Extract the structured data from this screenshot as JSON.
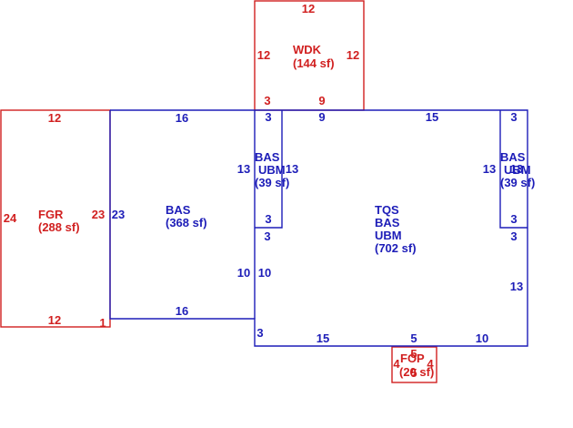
{
  "areas": {
    "wdk": {
      "code": "WDK",
      "area": "(144 sf)"
    },
    "fgr": {
      "code": "FGR",
      "area": "(288 sf)"
    },
    "bas_left": {
      "code": "BAS",
      "area": "(368 sf)"
    },
    "bay_left": {
      "code1": "BAS",
      "code2": "UBM",
      "area": "(39 sf)"
    },
    "main": {
      "code1": "TQS",
      "code2": "BAS",
      "code3": "UBM",
      "area": "(702 sf)"
    },
    "bay_right": {
      "code1": "BAS",
      "code2": "UBM",
      "area": "(39 sf)"
    },
    "fop": {
      "code": "FOP",
      "area": "(20 sf)"
    }
  },
  "dims": {
    "wdk": {
      "top": "12",
      "left": "12",
      "right": "12",
      "bottom_left": "3",
      "bottom_right": "9"
    },
    "fgr": {
      "top": "12",
      "left": "24",
      "right": "23",
      "bottom": "12",
      "corner": "1"
    },
    "bas_left": {
      "top": "16",
      "left": "23",
      "right": "10",
      "bottom": "16"
    },
    "bay_left": {
      "top": "3",
      "left": "13",
      "right": "13",
      "bottom": "3"
    },
    "main": {
      "top_left": "3",
      "top_mid": "9",
      "top_right": "15",
      "left": "10",
      "left_lower": "3",
      "right": "13",
      "bottom_left": "15",
      "bottom_mid": "5",
      "bottom_right": "10"
    },
    "bay_right": {
      "top": "3",
      "left": "13",
      "right": "13",
      "bottom": "3"
    },
    "fop": {
      "top": "5",
      "left": "4",
      "right": "4",
      "bottom": "5"
    }
  }
}
